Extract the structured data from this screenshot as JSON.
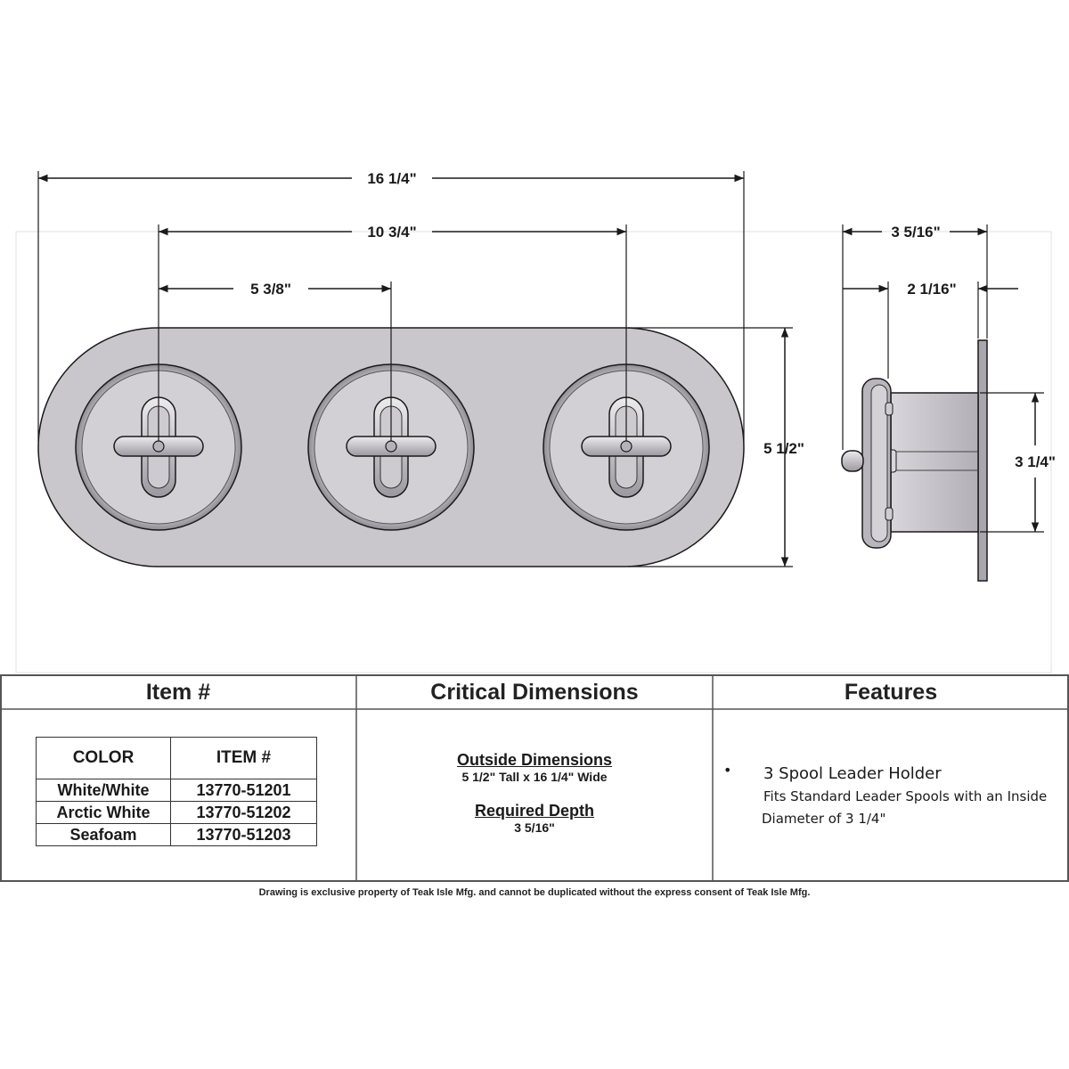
{
  "dimensions": {
    "overall_width": "16 1/4\"",
    "outer_spacing": "10 3/4\"",
    "inner_spacing": "5 3/8\"",
    "height": "5 1/2\"",
    "depth": "3 5/16\"",
    "spool_depth": "2 1/16\"",
    "spool_diameter": "3 1/4\""
  },
  "table": {
    "item_header": "Item #",
    "critical_header": "Critical Dimensions",
    "features_header": "Features",
    "color_col": "COLOR",
    "item_col": "ITEM #",
    "rows": [
      {
        "color": "White/White",
        "item": "13770-51201"
      },
      {
        "color": "Arctic White",
        "item": "13770-51202"
      },
      {
        "color": "Seafoam",
        "item": "13770-51203"
      }
    ],
    "outside_title": "Outside Dimensions",
    "outside_value": "5 1/2\" Tall x 16 1/4\" Wide",
    "depth_title": "Required Depth",
    "depth_value": "3 5/16\"",
    "bullet": "•",
    "feature_title": "3 Spool Leader Holder",
    "feature_line1": "Fits Standard Leader Spools with an Inside",
    "feature_line2": "Diameter of 3 1/4\""
  },
  "footer": "Drawing is exclusive property of Teak Isle Mfg. and cannot be duplicated without the express consent of Teak Isle Mfg.",
  "colors": {
    "plate": "#c9c6cc",
    "line": "#1a1a1a",
    "rule": "#555555"
  }
}
